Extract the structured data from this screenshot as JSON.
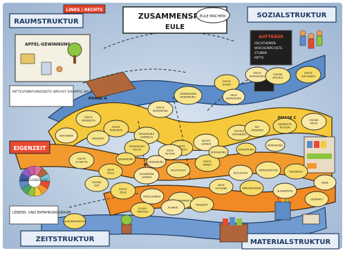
{
  "title_main": "ZUSAMMENSPIEL",
  "title_sub": "EULE",
  "title_bubble": "EULE MACHEN!",
  "top_flag": "LINKS | RECHTS",
  "corner_labels": {
    "raumstruktur": "RAUMSTRUKTUR",
    "sozialstruktur": "SOZIALSTRUKTUR",
    "zeitstruktur": "ZEITSTRUKTUR",
    "materialstruktur": "MATERIALSTRUKTUR"
  },
  "room_board": {
    "title": "APFEL-GEWINNUNG",
    "caption": "MITTELPUNKT/ANGEBOTE WÄCHST EIN APFEL BAUM BEI ZUM ALT"
  },
  "eigenzeit": "EIGENZEIT",
  "lebens_label": "LEBENS- UND ERFAHRUNGSRAUM",
  "phases": [
    "PHASE A",
    "PHASE B",
    "PHASE C"
  ],
  "wheel_label": "JAHRES-KREISLAUF",
  "auftraege_board": {
    "title": "AUFTRÄGE",
    "lines": [
      "FACHTHEMEN",
      "WOCHE/NÄCHSTE",
      "STUNDE",
      "MITTE"
    ]
  },
  "nodes": [
    "ERSTE ANGEBOTE",
    "ERSTE KONTAKTE",
    "ERSTE ERFAHRUNG",
    "GEMEINSAME ERFAHRUNG",
    "ERSTE EULEN",
    "ERSTE ERFAHRUNG",
    "EIGENE RITUALE",
    "ERSTE AUFGABEN",
    "NEUE ERFAHRUNG",
    "ERFAHRUNG SAMMELN",
    "ERSTE PLANUNG",
    "NEUES LERNEN",
    "ERSTES ERKUNDEN",
    "ERFAHRUNG TEILEN",
    "ZIELE SETZEN",
    "MIT ANDEREN",
    "ANGEBOTE NUTZEN",
    "EIGENE WEGE",
    "ERSTE SCHRITTE",
    "NEUE ZIELE",
    "ZUSAMMEN LERNEN",
    "AUSTAUSCH",
    "ERSTE ARBEIT",
    "REFLEXION",
    "PRÄSENTATION",
    "FEEDBACK",
    "ENDE",
    "EIGENE ZEIT",
    "ERSTE ZIELE",
    "EINZELARBEIT",
    "PARTNERARBEIT",
    "EULEN TREFFEN",
    "PLANEN",
    "ANGEBOT",
    "ERFAHRUNG",
    "ERFAHRUNG",
    "ERFAHRUNG",
    "ERFAHRUNG",
    "ERFAHRUNG",
    "NEUE AUFGABE",
    "PRÄSENTIEREN",
    "AUSWERTEN",
    "LERNWEG",
    "DOKUMENTATION",
    "AUFGABEN",
    "ANGEBOT"
  ]
}
